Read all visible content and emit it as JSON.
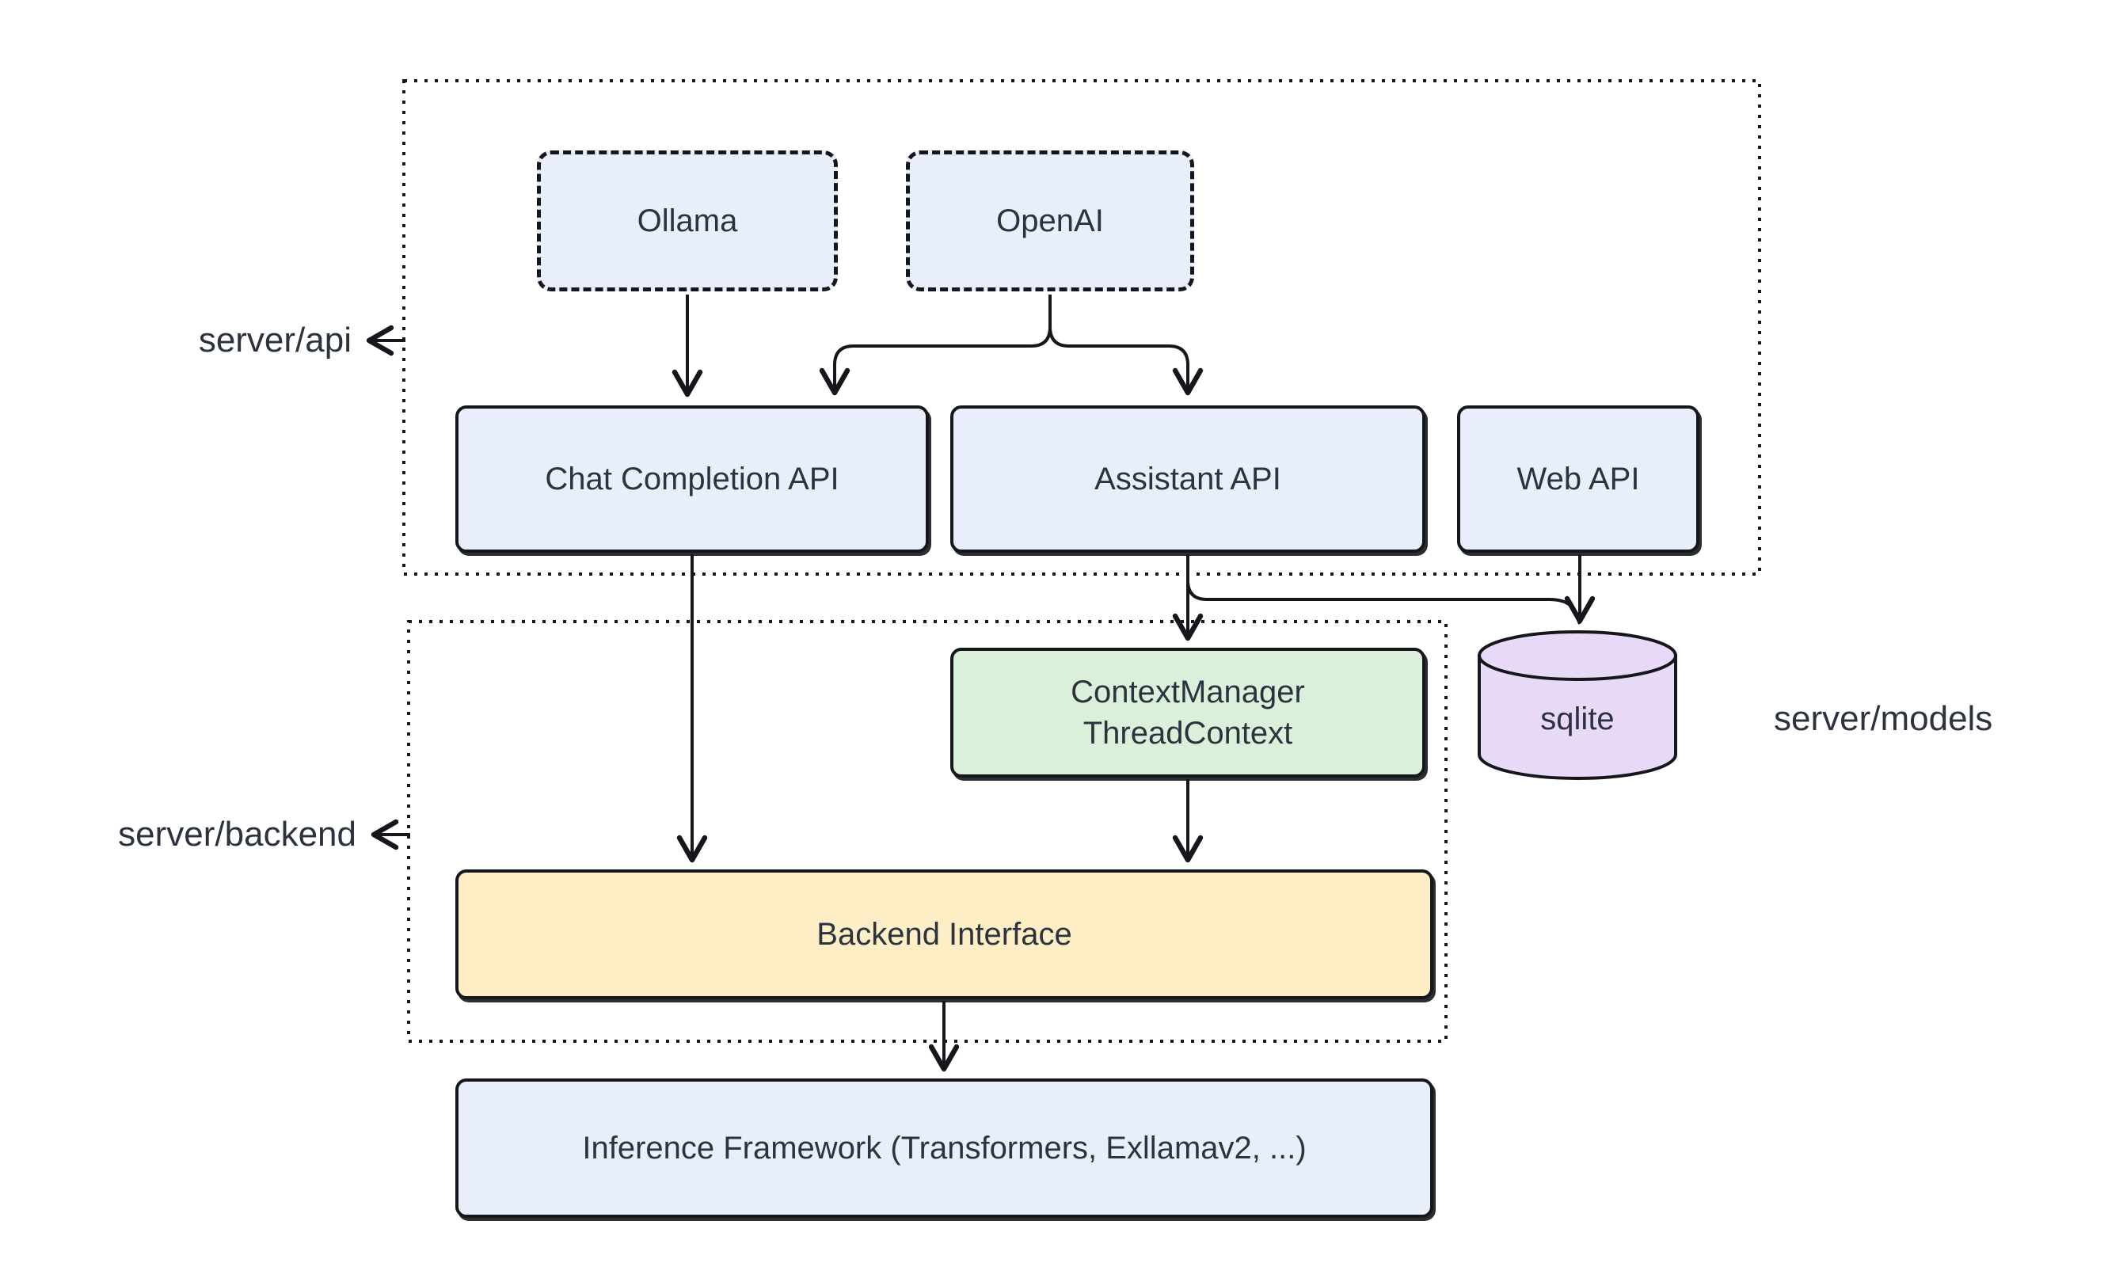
{
  "diagram": {
    "background_color": "#ffffff",
    "stroke_color": "#15171c",
    "text_color": "#2d333e",
    "containers": [
      {
        "id": "server-api",
        "label": "server/api",
        "style": "dotted",
        "contains": [
          "Ollama",
          "OpenAI",
          "Chat Completion API",
          "Assistant API",
          "Web API"
        ]
      },
      {
        "id": "server-backend",
        "label": "server/backend",
        "style": "dotted",
        "contains": [
          "ContextManager ThreadContext",
          "Backend Interface"
        ]
      }
    ],
    "external_labels": [
      {
        "id": "server-models",
        "label": "server/models",
        "refers_to": "sqlite"
      }
    ],
    "nodes": {
      "ollama": {
        "label": "Ollama",
        "shape": "dashed-rect",
        "fill": "#e9eefb"
      },
      "openai": {
        "label": "OpenAI",
        "shape": "dashed-rect",
        "fill": "#e9eefb"
      },
      "chat_api": {
        "label": "Chat Completion API",
        "shape": "rect",
        "fill": "#e9eefb"
      },
      "assistant_api": {
        "label": "Assistant API",
        "shape": "rect",
        "fill": "#e9eefb"
      },
      "web_api": {
        "label": "Web API",
        "shape": "rect",
        "fill": "#e9eefb"
      },
      "context_manager": {
        "label_line1": "ContextManager",
        "label_line2": "ThreadContext",
        "shape": "rect",
        "fill": "#daf0da"
      },
      "sqlite": {
        "label": "sqlite",
        "shape": "cylinder",
        "fill": "#e9d9f8"
      },
      "backend_interface": {
        "label": "Backend Interface",
        "shape": "rect",
        "fill": "#fdeec6"
      },
      "inference": {
        "label": "Inference Framework (Transformers, Exllamav2, ...)",
        "shape": "rect",
        "fill": "#e9eefb"
      }
    },
    "edges": [
      {
        "from": "Ollama",
        "to": "Chat Completion API"
      },
      {
        "from": "OpenAI",
        "to": "Chat Completion API"
      },
      {
        "from": "OpenAI",
        "to": "Assistant API"
      },
      {
        "from": "Chat Completion API",
        "to": "Backend Interface"
      },
      {
        "from": "Assistant API",
        "to": "ContextManager ThreadContext"
      },
      {
        "from": "Assistant API",
        "to": "sqlite"
      },
      {
        "from": "Web API",
        "to": "sqlite"
      },
      {
        "from": "ContextManager ThreadContext",
        "to": "Backend Interface"
      },
      {
        "from": "Backend Interface",
        "to": "Inference Framework (Transformers, Exllamav2, ...)"
      }
    ]
  }
}
